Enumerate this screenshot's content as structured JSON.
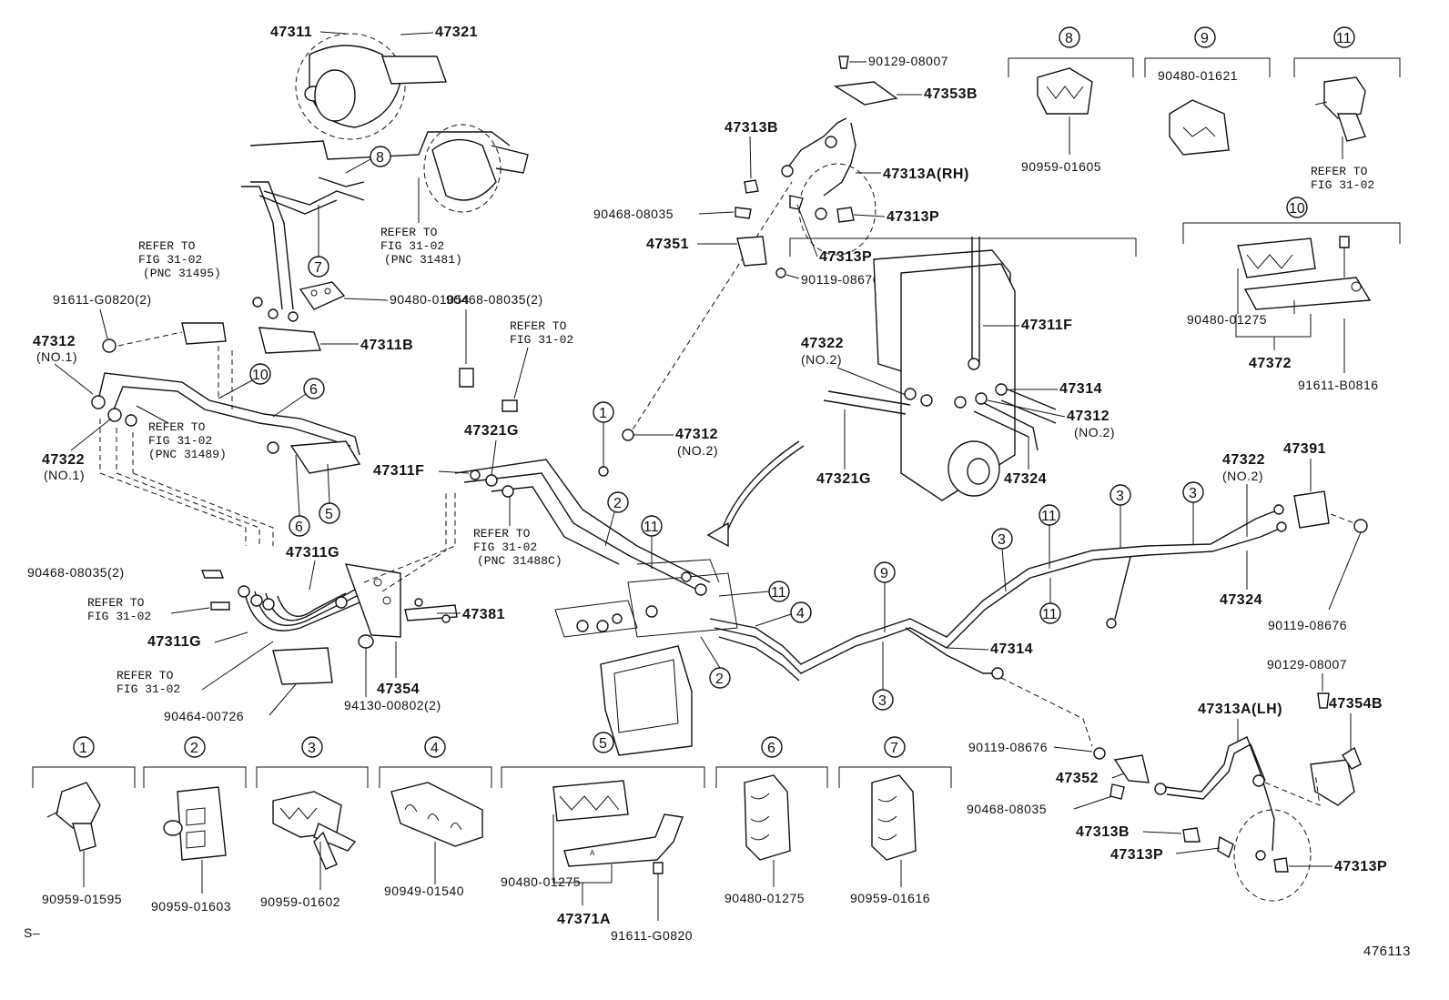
{
  "diagram": {
    "corner_left": "S–",
    "corner_right": "476113",
    "labels": {
      "p47311": "47311",
      "p47321": "47321",
      "c8_top": "8",
      "c7_top": "7",
      "ref_3149x_1": "REFER TO",
      "ref_3149x_2": "FIG 31-02",
      "ref_3149x_3": "(PNC 31495)",
      "ref_31481_1": "REFER TO",
      "ref_31481_2": "FIG 31-02",
      "ref_31481_3": "(PNC 31481)",
      "p91611g0820_2": "91611-G0820(2)",
      "p9048001054": "90480-01054",
      "p47312_no1": "47312",
      "p47312_no1_sub": "(NO.1)",
      "p47311b": "47311B",
      "c10_left": "10",
      "c6_a": "6",
      "ref_31489_1": "REFER TO",
      "ref_31489_2": "FIG 31-02",
      "ref_31489_3": "(PNC 31489)",
      "p47322_no1": "47322",
      "p47322_no1_sub": "(NO.1)",
      "c6_b": "6",
      "c5_a": "5",
      "p9046808035_2a": "90468-08035(2)",
      "ref_mid_1": "REFER TO",
      "ref_mid_2": "FIG 31-02",
      "p47321g_mid": "47321G",
      "p47311f_mid": "47311F",
      "p47311g_top": "47311G",
      "p9046808035_2b": "90468-08035(2)",
      "ref_left_1": "REFER TO",
      "ref_left_2": "FIG 31-02",
      "p47311g_bot": "47311G",
      "ref_left2_1": "REFER TO",
      "ref_left2_2": "FIG 31-02",
      "p9046400726": "90464-00726",
      "p47381": "47381",
      "p47354": "47354",
      "p9413000802": "94130-00802(2)",
      "ref_31488_1": "REFER TO",
      "ref_31488_2": "FIG 31-02",
      "ref_31488_3": "(PNC 31488C)",
      "c1_mid": "1",
      "p47312_no2": "47312",
      "p47312_no2_sub": "(NO.2)",
      "c2_a": "2",
      "c11_a": "11",
      "c11_b": "11",
      "c4_mid": "4",
      "c2_b": "2",
      "p9012908007_top": "90129-08007",
      "p47353b": "47353B",
      "p47313b_top": "47313B",
      "p47313a_rh": "47313A(RH)",
      "p9046808035_top": "90468-08035",
      "p47313p_a": "47313P",
      "p47351": "47351",
      "p47313p_b": "47313P",
      "p9011908676_top": "90119-08676",
      "p47311f_right": "47311F",
      "p47322_no2_r": "47322",
      "p47322_no2_r_sub": "(NO.2)",
      "p47314_top": "47314",
      "p47312_no2_r": "47312",
      "p47312_no2_r_sub": "(NO.2)",
      "p47321g_r": "47321G",
      "p47324_r": "47324",
      "c8_r": "8",
      "p9095901605": "90959-01605",
      "c9_r": "9",
      "p9048001621": "90480-01621",
      "c11_r": "11",
      "ref_11_1": "REFER TO",
      "ref_11_2": "FIG 31-02",
      "c10_r": "10",
      "p9048001275_r": "90480-01275",
      "p47372": "47372",
      "p91611b0816": "91611-B0816",
      "c3_a": "3",
      "c3_b": "3",
      "p47322_no2_far": "47322",
      "p47322_no2_far_sub": "(NO.2)",
      "p47391": "47391",
      "c3_c": "3",
      "c11_c": "11",
      "c11_d": "11",
      "c9_mid": "9",
      "p47314_mid": "47314",
      "c3_d": "3",
      "p47324_far": "47324",
      "p9011908676_r": "90119-08676",
      "p9012908007_r": "90129-08007",
      "p47313a_lh": "47313A(LH)",
      "p47354b": "47354B",
      "p9011908676_b": "90119-08676",
      "p47352": "47352",
      "p9046808035_b": "90468-08035",
      "p47313b_b": "47313B",
      "p47313p_c": "47313P",
      "p47313p_d": "47313P"
    },
    "legend": [
      {
        "circle": "1",
        "part": "90959-01595"
      },
      {
        "circle": "2",
        "part": "90959-01603"
      },
      {
        "circle": "3",
        "part": "90959-01602"
      },
      {
        "circle": "4",
        "part": "90949-01540"
      },
      {
        "circle": "5",
        "part": "90480-01275",
        "extra": "47371A",
        "extra2": "91611-G0820"
      },
      {
        "circle": "6",
        "part": "90480-01275"
      },
      {
        "circle": "7",
        "part": "90959-01616"
      }
    ]
  }
}
